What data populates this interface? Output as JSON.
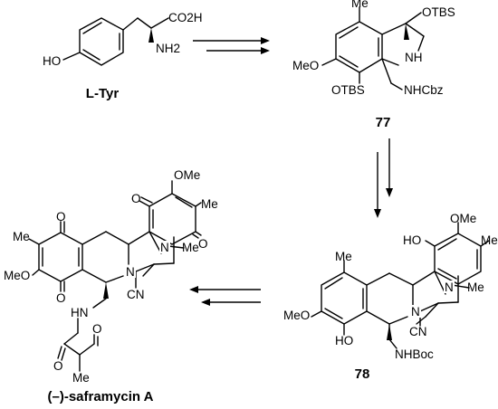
{
  "compounds": {
    "ltyr": {
      "label": "L-Tyr",
      "atoms": {
        "acid": "CO2H",
        "amine": "NH2",
        "hydroxy": "HO"
      }
    },
    "c77": {
      "label": "77",
      "atoms": {
        "methyl": "Me",
        "otbs_top": "OTBS",
        "nh": "NH",
        "methoxy": "MeO",
        "otbs_bottom": "OTBS",
        "nhcbz": "NHCbz"
      }
    },
    "c78": {
      "label": "78",
      "atoms": {
        "methoxy_top": "OMe",
        "hydroxy_top": "HO",
        "methyl_right": "Me",
        "methyl_left": "Me",
        "n_bridge": "N",
        "methyl_n": "Me",
        "methoxy_left": "MeO",
        "hydroxy_bottom": "HO",
        "nitrile": "CN",
        "nhboc": "NHBoc"
      }
    },
    "saframycin": {
      "label": "(–)-saframycin A",
      "atoms": {
        "methoxy_top": "OMe",
        "oxo_top_left": "O",
        "methyl_right": "Me",
        "oxo_top_right": "O",
        "oxo_left_top": "O",
        "methyl_left": "Me",
        "n_bridge": "N",
        "methyl_n": "Me",
        "methoxy_left": "MeO",
        "oxo_left_bottom": "O",
        "n_ring": "N",
        "nitrile": "CN",
        "nh": "HN",
        "oxo_amide": "O",
        "oxo_ketone": "O",
        "methyl_ketone": "Me"
      }
    }
  },
  "arrows": {
    "step1": {
      "description": ""
    },
    "step2": {
      "description": ""
    },
    "step3": {
      "description": ""
    }
  }
}
